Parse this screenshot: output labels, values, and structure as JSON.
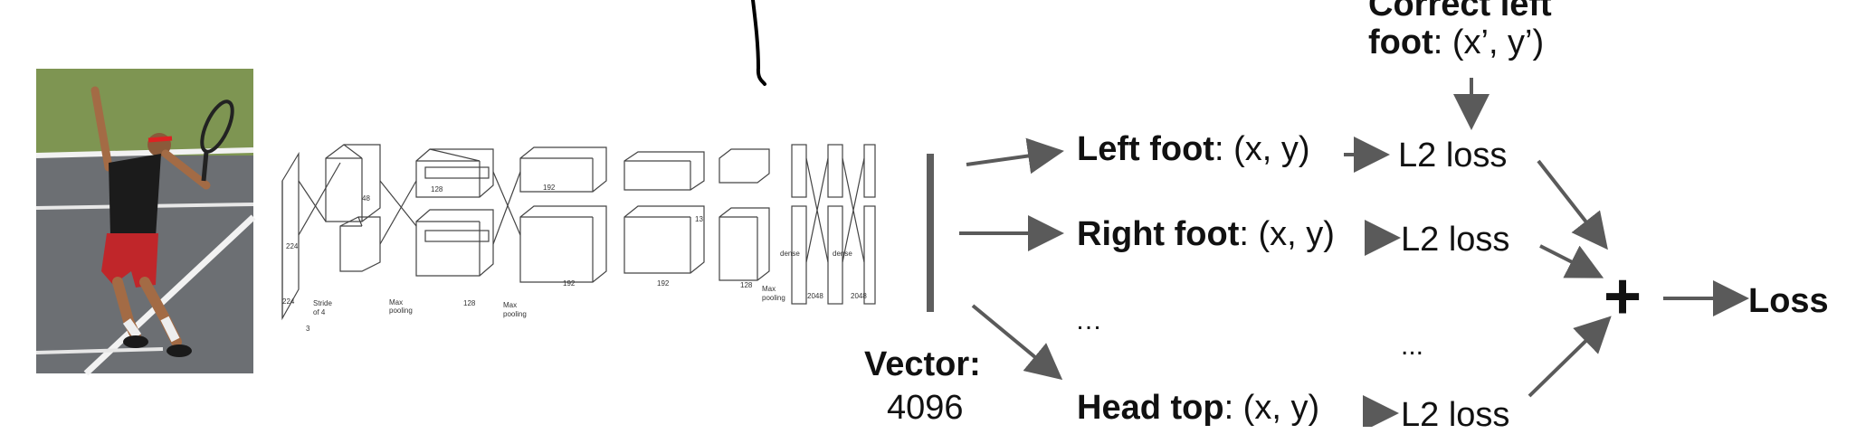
{
  "annotation": {
    "handwritten_mark": "pen-stroke"
  },
  "photo": {
    "subject": "tennis player serving",
    "court_color": "#6c6f73",
    "grass_color": "#7e9552",
    "shirt_color": "#1b1b1b",
    "shorts_color": "#c0262a"
  },
  "network": {
    "small_labels": {
      "pool1": "Max",
      "pool1b": "pooling",
      "pool2": "Max",
      "pool2b": "pooling",
      "pool3": "Max",
      "pool3b": "pooling",
      "stride": "Stride",
      "of4": "of 4",
      "dense1": "dense",
      "dense2": "dense",
      "n2048a": "2048",
      "n2048b": "2048",
      "n224a": "224",
      "n224b": "224",
      "n48": "48",
      "n128a": "128",
      "n128b": "128",
      "n192a": "192",
      "n192b": "192",
      "n192c": "192",
      "n128c": "128",
      "n13": "13",
      "n3": "3"
    }
  },
  "vector": {
    "title": "Vector:",
    "size": "4096"
  },
  "outputs": [
    {
      "name": "Left foot",
      "coords": ": (x, y)",
      "loss": "L2 loss"
    },
    {
      "name": "Right foot",
      "coords": ": (x, y)",
      "loss": "L2 loss"
    },
    {
      "name": "…",
      "coords": "",
      "loss": "..."
    },
    {
      "name": "Head top",
      "coords": ": (x, y)",
      "loss": "L2 loss"
    }
  ],
  "ground_truth": {
    "line1": "Correct left",
    "line2_bold": "foot",
    "line2_rest": ": (x’, y’)"
  },
  "sum": {
    "symbol": "+",
    "result": "Loss"
  },
  "colors": {
    "arrow": "#5a5a5a",
    "text": "#111111",
    "ink": "#000000"
  }
}
